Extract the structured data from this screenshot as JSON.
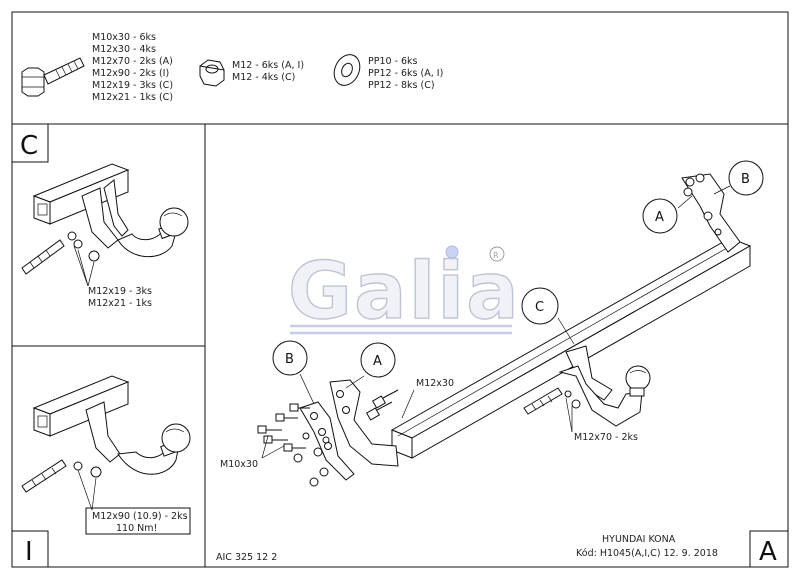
{
  "hardware": {
    "bolts": [
      "M10x30 - 6ks",
      "M12x30 - 4ks",
      "M12x70 - 2ks (A)",
      "M12x90 - 2ks (I)",
      "M12x19 - 3ks (C)",
      "M12x21 - 1ks (C)"
    ],
    "nuts": [
      "M12 - 6ks (A, I)",
      "M12 - 4ks (C)"
    ],
    "washers": [
      "PP10 - 6ks",
      "PP12 - 6ks (A, I)",
      "PP12 - 8ks (C)"
    ]
  },
  "panel_c": {
    "letter": "C",
    "callout_line1": "M12x19 - 3ks",
    "callout_line2": "M12x21 - 1ks"
  },
  "panel_i": {
    "letter": "I",
    "callout_line1": "M12x90 (10.9) - 2ks",
    "callout_line2": "110 Nm!"
  },
  "main": {
    "bubbles": [
      "A",
      "B",
      "C",
      "B",
      "A"
    ],
    "labels": {
      "m12x30": "M12x30",
      "m10x30": "M10x30",
      "m12x70": "M12x70 - 2ks"
    },
    "logo": {
      "text": "Galia",
      "registered": "R"
    }
  },
  "footer": {
    "drawing_no": "AIC 325 12 2",
    "vehicle": "HYUNDAI KONA",
    "code": "Kód: H1045(A,I,C)  12. 9. 2018",
    "letter": "A"
  }
}
